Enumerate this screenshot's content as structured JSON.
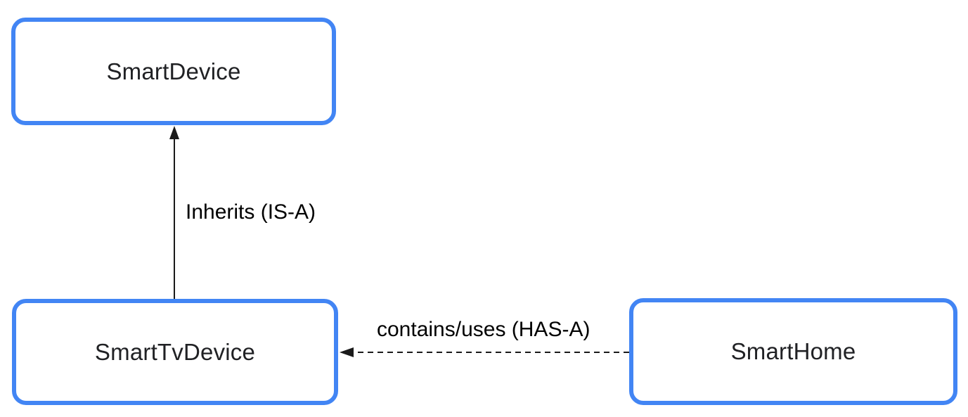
{
  "diagram": {
    "background_color": "#ffffff",
    "node_border_color": "#4285f4",
    "node_fill_color": "#ffffff",
    "node_text_color": "#202124",
    "edge_color": "#1a1a1a",
    "edge_label_color": "#000000",
    "nodes": [
      {
        "id": "smart-device",
        "label": "SmartDevice"
      },
      {
        "id": "smart-tv-device",
        "label": "SmartTvDevice"
      },
      {
        "id": "smart-home",
        "label": "SmartHome"
      }
    ],
    "edges": [
      {
        "id": "inherits",
        "from": "SmartTvDevice",
        "to": "SmartDevice",
        "label": "Inherits (IS-A)",
        "line_style": "solid",
        "direction": "up"
      },
      {
        "id": "has-a",
        "from": "SmartHome",
        "to": "SmartTvDevice",
        "label": "contains/uses (HAS-A)",
        "line_style": "dashed",
        "direction": "left"
      }
    ]
  }
}
